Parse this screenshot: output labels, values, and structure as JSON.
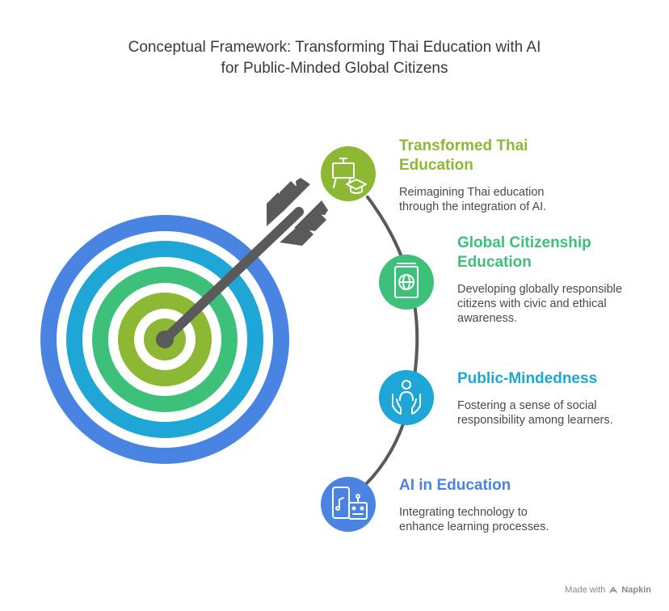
{
  "title": {
    "line1": "Conceptual Framework: Transforming Thai Education with AI",
    "line2": "for Public-Minded Global Citizens"
  },
  "items": [
    {
      "heading_line1": "Transformed Thai",
      "heading_line2": "Education",
      "desc_line1": "Reimagining Thai education",
      "desc_line2": "through the integration of AI.",
      "desc_line3": "",
      "color": "#8cb833",
      "icon": "classroom-graduation-icon"
    },
    {
      "heading_line1": "Global Citizenship",
      "heading_line2": "Education",
      "desc_line1": "Developing globally responsible",
      "desc_line2": "citizens with civic and ethical",
      "desc_line3": "awareness.",
      "color": "#3cc07a",
      "icon": "passport-globe-icon"
    },
    {
      "heading_line1": "Public-Mindedness",
      "heading_line2": "",
      "desc_line1": "Fostering a sense of social",
      "desc_line2": "responsibility among learners.",
      "desc_line3": "",
      "color": "#1ea6d6",
      "icon": "person-hands-icon"
    },
    {
      "heading_line1": "AI in Education",
      "heading_line2": "",
      "desc_line1": "Integrating technology to",
      "desc_line2": "enhance learning processes.",
      "desc_line3": "",
      "color": "#4a84e2",
      "icon": "phone-robot-icon"
    }
  ],
  "target": {
    "ring_colors": [
      "#4a84e2",
      "#1ea6d6",
      "#3cc07a",
      "#8cb833"
    ],
    "arrow_color": "#5a5a5a"
  },
  "footer": {
    "made_with": "Made with",
    "brand": "Napkin"
  }
}
